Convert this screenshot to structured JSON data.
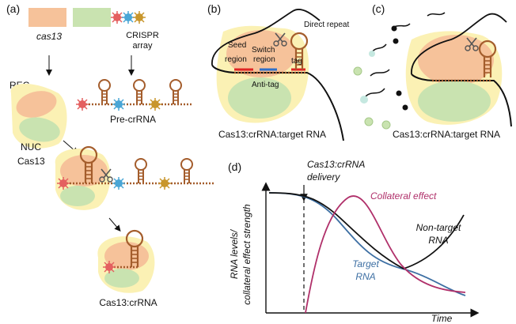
{
  "panels": {
    "a": {
      "label": "(a)",
      "gene": "cas13",
      "crispr_line1": "CRISPR",
      "crispr_line2": "array",
      "rec": "REC",
      "nuc": "NUC",
      "cas13": "Cas13",
      "pre_crrna": "Pre-crRNA",
      "complex": "Cas13:crRNA"
    },
    "b": {
      "label": "(b)",
      "seed_line1": "Seed",
      "seed_line2": "region",
      "switch_line1": "Switch",
      "switch_line2": "region",
      "direct_repeat": "Direct repeat",
      "tag": "tag",
      "anti_tag": "Anti-tag",
      "caption": "Cas13:crRNA:target RNA"
    },
    "c": {
      "label": "(c)",
      "caption": "Cas13:crRNA:target RNA"
    },
    "d": {
      "label": "(d)",
      "delivery_line1": "Cas13:crRNA",
      "delivery_line2": "delivery",
      "collateral": "Collateral effect",
      "nontarget_line1": "Non-target",
      "nontarget_line2": "RNA",
      "target_line1": "Target",
      "target_line2": "RNA",
      "ylabel_line1": "RNA levels/",
      "ylabel_line2": "collateral effect strength",
      "xlabel": "Time"
    }
  },
  "colors": {
    "rec_orange": "#f6c29a",
    "nuc_green": "#c9e3b0",
    "halo_yellow": "#fbf1b4",
    "loop_brown": "#a45d2c",
    "collateral": "#b0306a",
    "target": "#3d6fa3",
    "nontarget": "#111111",
    "seed_red": "#e02424",
    "switch_blue": "#2f6fc9"
  }
}
